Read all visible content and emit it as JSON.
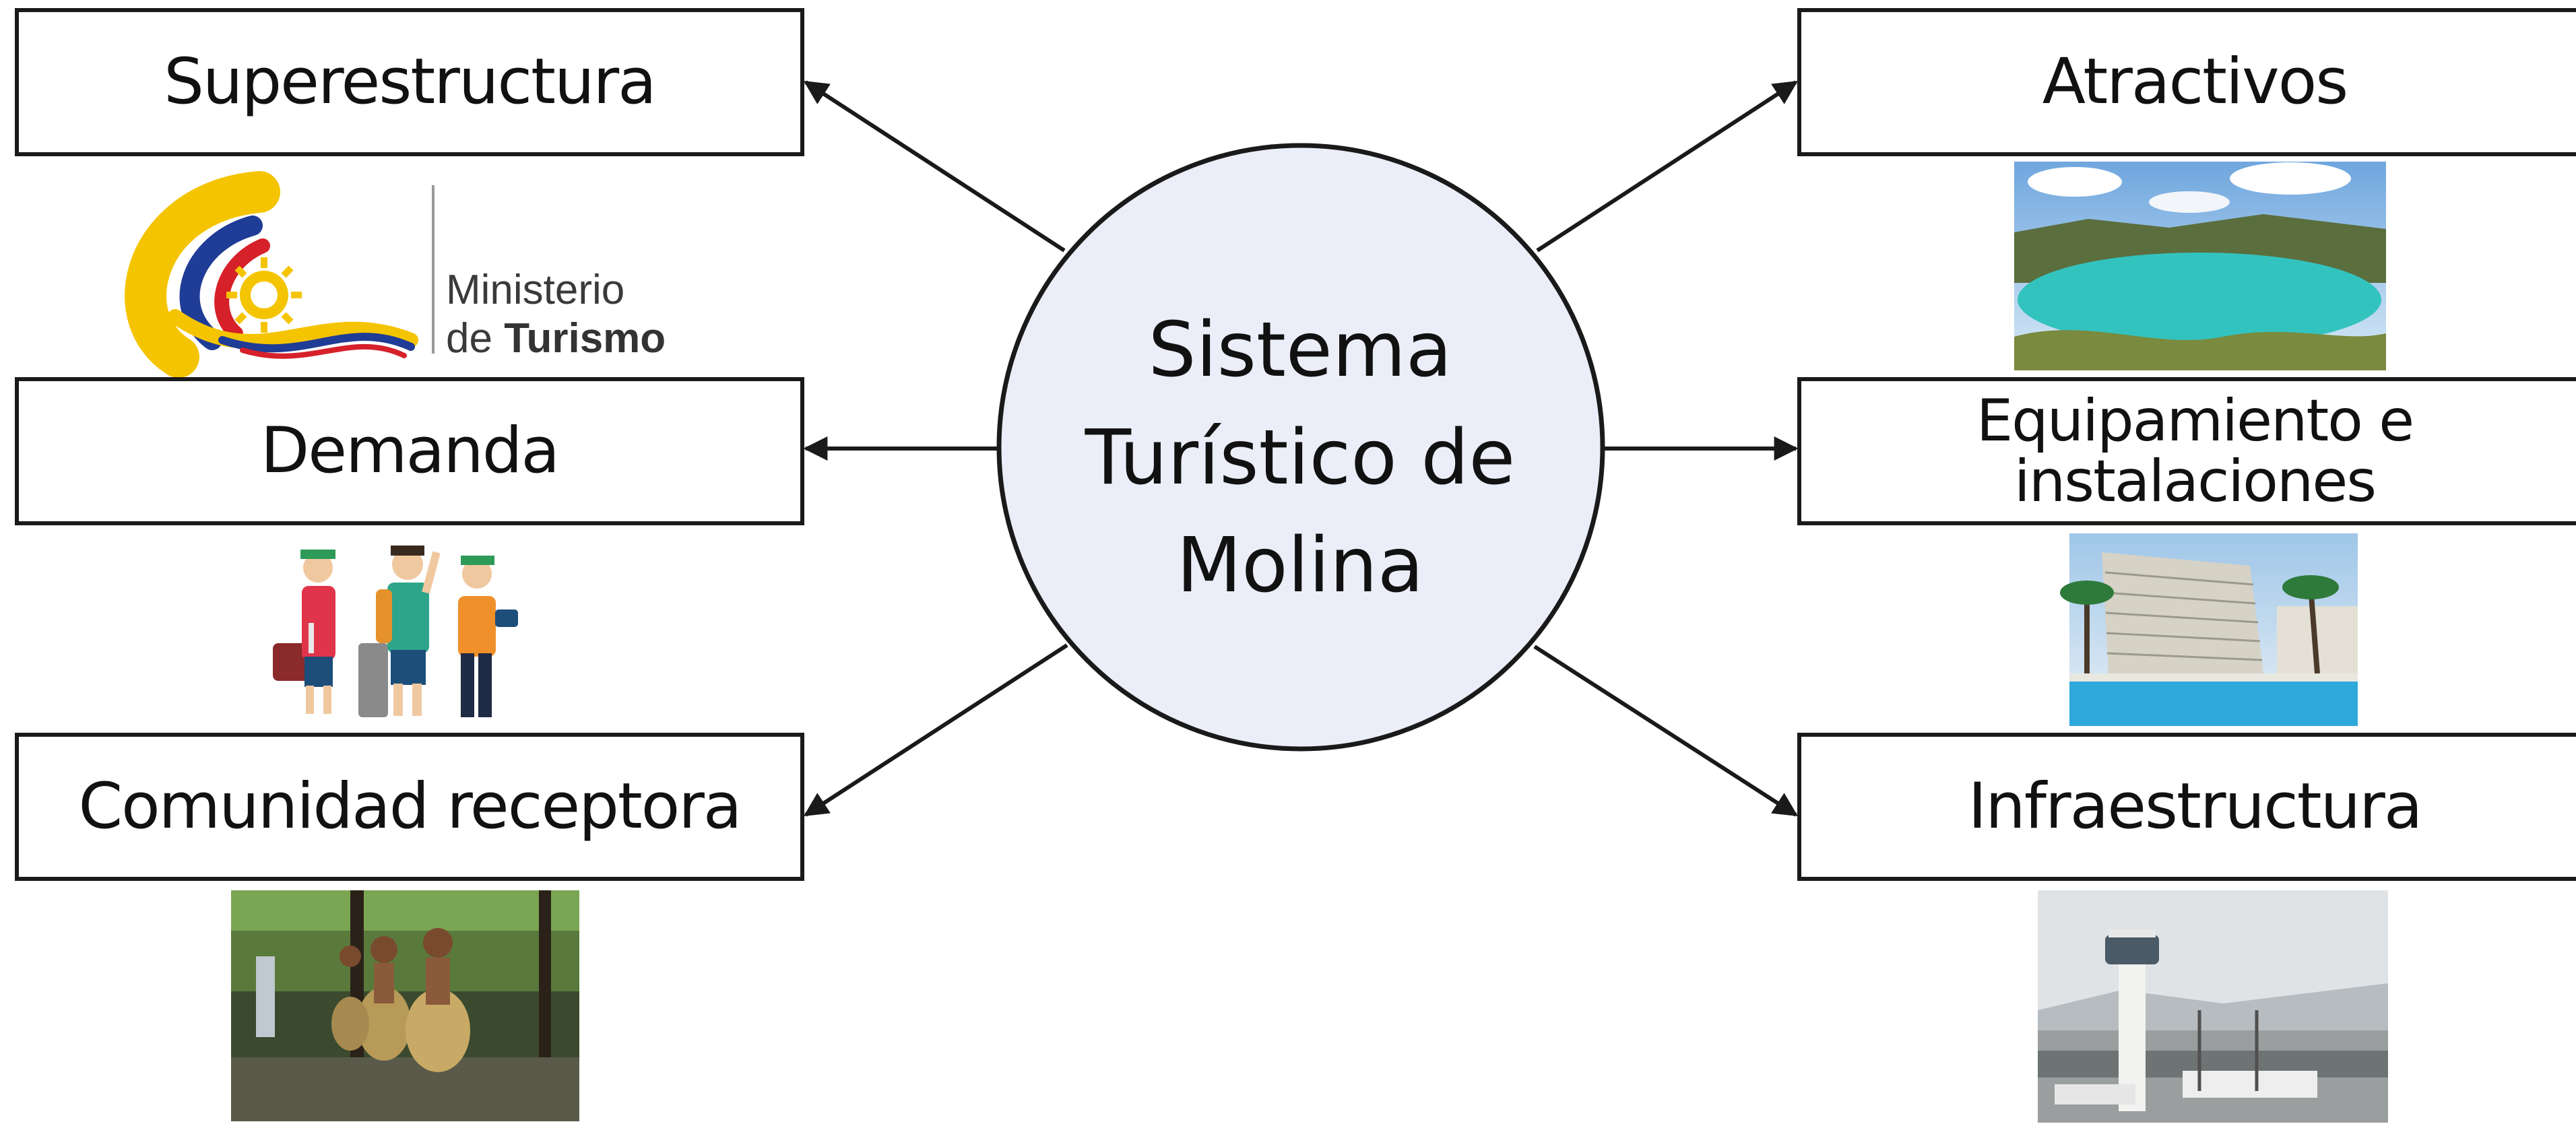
{
  "center": {
    "lines": [
      "Sistema",
      "Turístico de",
      "Molina"
    ]
  },
  "left": [
    {
      "label": "Superestructura"
    },
    {
      "label": "Demanda"
    },
    {
      "label": "Comunidad receptora"
    }
  ],
  "right": [
    {
      "label": "Atractivos"
    },
    {
      "lines": [
        "Equipamiento e",
        "instalaciones"
      ]
    },
    {
      "label": "Infraestructura"
    }
  ],
  "logo": {
    "line1": "Ministerio",
    "line2_prefix": "de",
    "line2_strong": "Turismo"
  },
  "colors": {
    "circle_fill": "#ebeef8",
    "stroke": "#1a1a1a",
    "logo_yellow": "#f5c400",
    "logo_blue": "#1f3c96",
    "logo_red": "#d6202a",
    "lake": "#33c3bf",
    "pool": "#2fa8dc"
  }
}
